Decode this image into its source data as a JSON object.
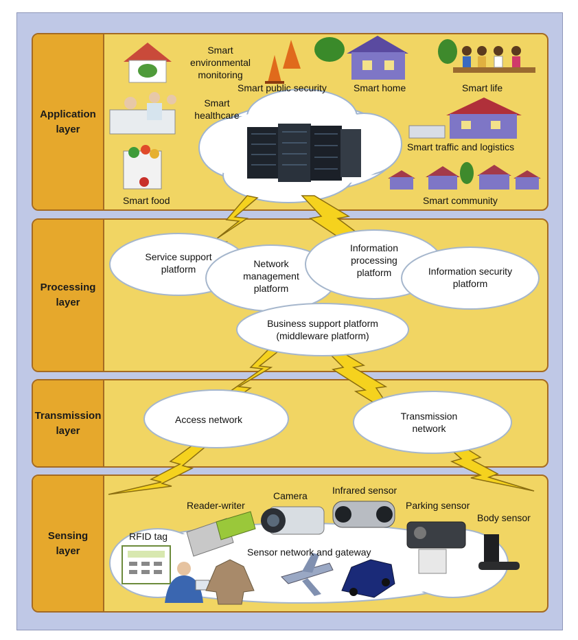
{
  "layers": {
    "application": {
      "title": "Application layer",
      "items": {
        "env": "Smart environmental monitoring",
        "public_security": "Smart public security",
        "home": "Smart home",
        "life": "Smart life",
        "healthcare": "Smart healthcare",
        "traffic": "Smart traffic and logistics",
        "food": "Smart food",
        "community": "Smart community"
      }
    },
    "processing": {
      "title": "Processing layer",
      "service_support": [
        "Service support",
        "platform"
      ],
      "network_mgmt": [
        "Network",
        "management",
        "platform"
      ],
      "info_processing": [
        "Information",
        "processing",
        "platform"
      ],
      "info_security": [
        "Information security",
        "platform"
      ],
      "business_support": [
        "Business support platform",
        "(middleware platform)"
      ]
    },
    "transmission": {
      "title": "Transmission layer",
      "access": "Access network",
      "transmission_network": [
        "Transmission",
        "network"
      ]
    },
    "sensing": {
      "title": "Sensing layer",
      "reader_writer": "Reader-writer",
      "camera": "Camera",
      "infrared": "Infrared sensor",
      "parking": "Parking sensor",
      "body": "Body sensor",
      "rfid": "RFID tag",
      "sensor_network": "Sensor network and gateway"
    }
  },
  "colors": {
    "background": "#bfc8e6",
    "layer_fill": "#f1d563",
    "label_fill": "#e6a82c",
    "lightning": "#f5d21e",
    "cloud": "#ffffff"
  }
}
